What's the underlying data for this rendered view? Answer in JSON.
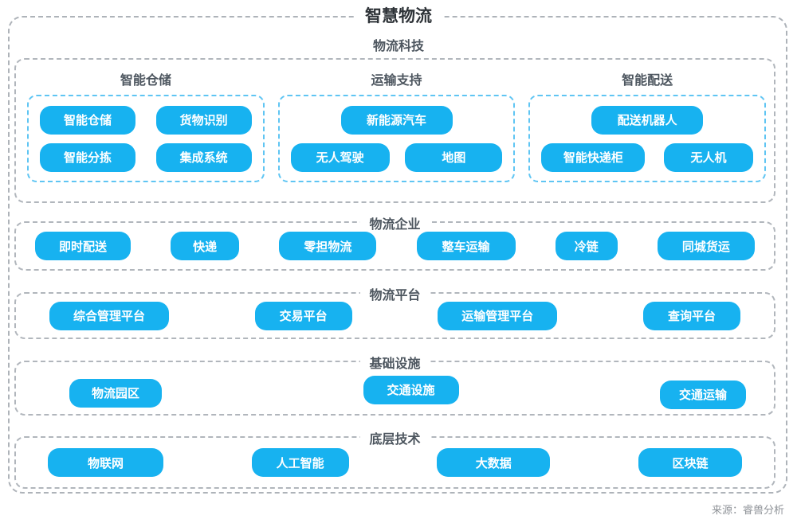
{
  "page": {
    "title": "智慧物流",
    "source": "来源：睿兽分析"
  },
  "colors": {
    "pill_background": "#17b2f0",
    "pill_text": "#ffffff",
    "dashed_gray": "#b1b6bc",
    "dashed_blue": "#5fc5f3",
    "title_text": "#2e3338",
    "section_title_text": "#4d565f",
    "source_text": "#8f9398"
  },
  "sections": [
    {
      "id": "logistics-tech",
      "title": "物流科技",
      "groups": [
        {
          "title": "智能仓储",
          "rows": [
            [
              "智能仓储",
              "货物识别"
            ],
            [
              "智能分拣",
              "集成系统"
            ]
          ]
        },
        {
          "title": "运输支持",
          "rows": [
            [
              "新能源汽车"
            ],
            [
              "无人驾驶",
              "地图"
            ]
          ]
        },
        {
          "title": "智能配送",
          "rows": [
            [
              "配送机器人"
            ],
            [
              "智能快递柜",
              "无人机"
            ]
          ]
        }
      ]
    },
    {
      "id": "logistics-enterprises",
      "title": "物流企业",
      "items": [
        "即时配送",
        "快递",
        "零担物流",
        "整车运输",
        "冷链",
        "同城货运"
      ]
    },
    {
      "id": "logistics-platforms",
      "title": "物流平台",
      "items": [
        "综合管理平台",
        "交易平台",
        "运输管理平台",
        "查询平台"
      ]
    },
    {
      "id": "infrastructure",
      "title": "基础设施",
      "items": [
        "物流园区",
        "交通设施",
        "交通运输"
      ]
    },
    {
      "id": "base-technologies",
      "title": "底层技术",
      "items": [
        "物联网",
        "人工智能",
        "大数据",
        "区块链"
      ]
    }
  ]
}
